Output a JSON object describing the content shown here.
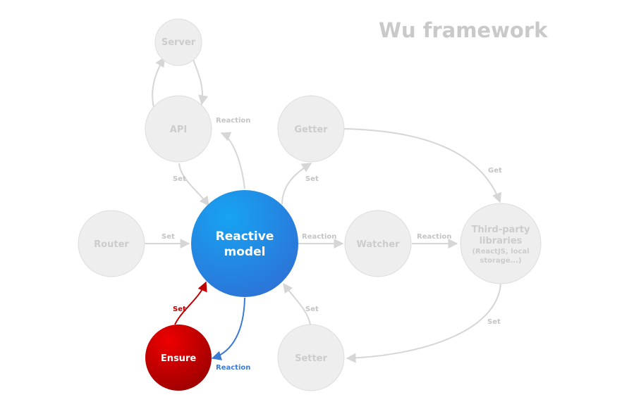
{
  "title": "Wu framework",
  "nodes": {
    "server": "Server",
    "api": "API",
    "getter": "Getter",
    "router": "Router",
    "reactive_model": [
      "Reactive",
      "model"
    ],
    "watcher": "Watcher",
    "third_party": [
      "Third-party",
      "libraries"
    ],
    "third_party_sub": [
      "(ReactJS, local",
      "storage...)"
    ],
    "ensure": "Ensure",
    "setter": "Setter"
  },
  "edges": {
    "api_reaction": "Reaction",
    "api_set": "Set",
    "getter_set": "Set",
    "getter_get": "Get",
    "router_set": "Set",
    "model_reaction": "Reaction",
    "watcher_reaction": "Reaction",
    "third_party_set": "Set",
    "ensure_set": "Set",
    "ensure_reaction": "Reaction",
    "setter_set": "Set"
  },
  "colors": {
    "grey_node": "#eeeeee",
    "model_blue": "#1e90e8",
    "ensure_red": "#c00000",
    "arrow_grey": "#d6d6d6",
    "reaction_blue": "#3a7bd5"
  }
}
